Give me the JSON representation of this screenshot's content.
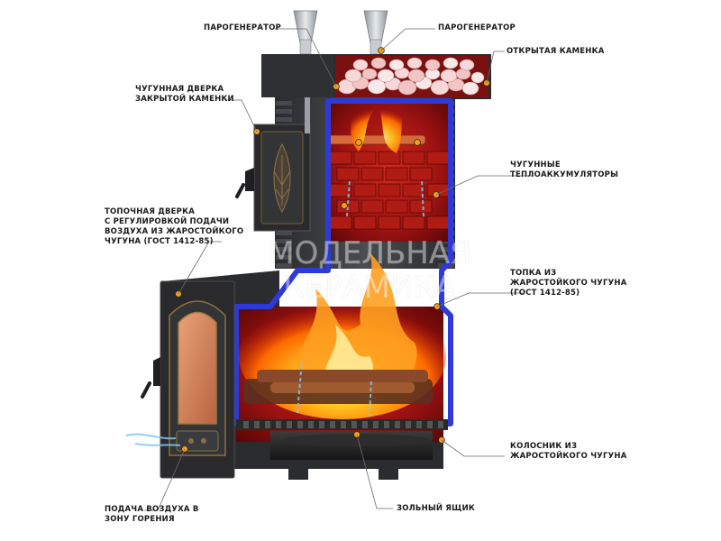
{
  "watermark": [
    "МОДЕЛЬНАЯ",
    "КЕРАМИКА"
  ],
  "labels": {
    "steam1": [
      "ПАРОГЕНЕРАТОР"
    ],
    "steam2": [
      "ПАРОГЕНЕРАТОР"
    ],
    "open_heater": [
      "ОТКРЫТАЯ КАМЕНКА"
    ],
    "closed_door": [
      "ЧУГУННАЯ ДВЕРКА",
      "ЗАКРЫТОЙ КАМЕНКИ"
    ],
    "accumulators": [
      "ЧУГУННЫЕ",
      "ТЕПЛОАККУМУЛЯТОРЫ"
    ],
    "fire_door": [
      "ТОПОЧНАЯ ДВЕРКА",
      "С РЕГУЛИРОВКОЙ ПОДАЧИ",
      "ВОЗДУХА ИЗ ЖАРОСТОЙКОГО",
      "ЧУГУНА (ГОСТ 1412-85)"
    ],
    "firebox": [
      "ТОПКА ИЗ",
      "ЖАРОСТОЙКОГО ЧУГУНА",
      "(ГОСТ 1412-85)"
    ],
    "grate": [
      "КОЛОСНИК ИЗ",
      "ЖАРОСТОЙКОГО ЧУГУНА"
    ],
    "air": [
      "ПОДАЧА ВОЗДУХА В",
      "ЗОНУ ГОРЕНИЯ"
    ],
    "ash": [
      "ЗОЛЬНЫЙ ЯЩИК"
    ]
  },
  "colors": {
    "marker": "#f0a020",
    "casing": "#3a3c40",
    "inner_red": "#9c1212",
    "outline_blue": "#2e3ad8",
    "flame": "#ff8a10"
  }
}
